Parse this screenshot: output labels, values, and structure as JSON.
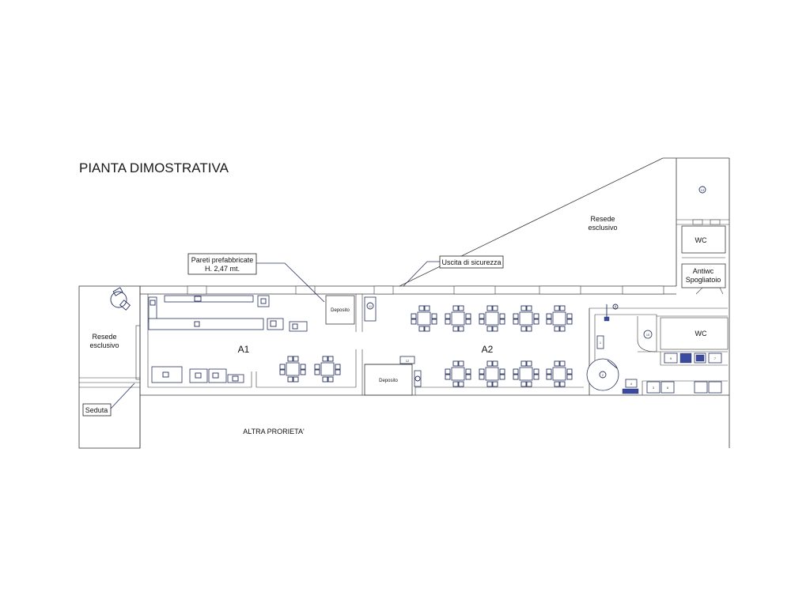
{
  "title": "PIANTA DIMOSTRATIVA",
  "zones": {
    "a1": "A1",
    "a2": "A2"
  },
  "labels": {
    "resede_left_1": "Resede",
    "resede_left_2": "esclusivo",
    "resede_top_1": "Resede",
    "resede_top_2": "esclusivo",
    "seduta": "Seduta",
    "altra_proprieta": "ALTRA PRORIETA'",
    "deposito_1": "Deposito",
    "deposito_2": "Deposito",
    "wc_top": "WC",
    "wc_right": "WC",
    "antiwc_1": "Antiwc",
    "antiwc_2": "Spogliatoio"
  },
  "callouts": {
    "pareti_1": "Pareti prefabbricate",
    "pareti_2": "H. 2,47 mt.",
    "uscita": "Uscita di sicurezza"
  },
  "equipment_numbers": {
    "n11": "11",
    "n12": "12",
    "n13": "13",
    "n10": "10",
    "n8": "8",
    "n7": "7",
    "n6": "6",
    "n5": "5",
    "n4": "4",
    "n3": "3",
    "n2": "2",
    "n1": "1"
  },
  "colors": {
    "walls": "#3a3a3a",
    "furniture": "#27305f",
    "accent": "#3b4a9e"
  }
}
